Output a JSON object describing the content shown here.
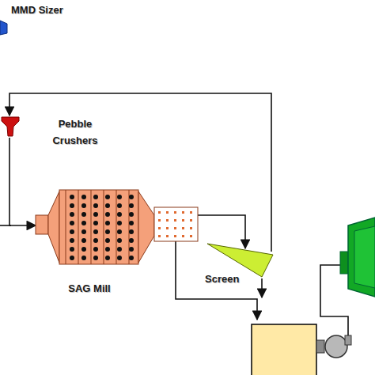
{
  "diagram": {
    "nodes": [
      {
        "text": [
          "MMD Sizer"
        ]
      },
      {
        "text": [
          "Pebble Crushers"
        ]
      },
      {
        "text": [
          "SAG Mill"
        ]
      },
      {
        "text": [
          "Screen"
        ]
      }
    ],
    "edges": [
      {
        "from": 3,
        "to": 1,
        "arrow": "to"
      },
      {
        "from": 1,
        "to": 2,
        "arrow": "to"
      },
      {
        "from": 2,
        "to": 3,
        "arrow": "to"
      }
    ]
  }
}
